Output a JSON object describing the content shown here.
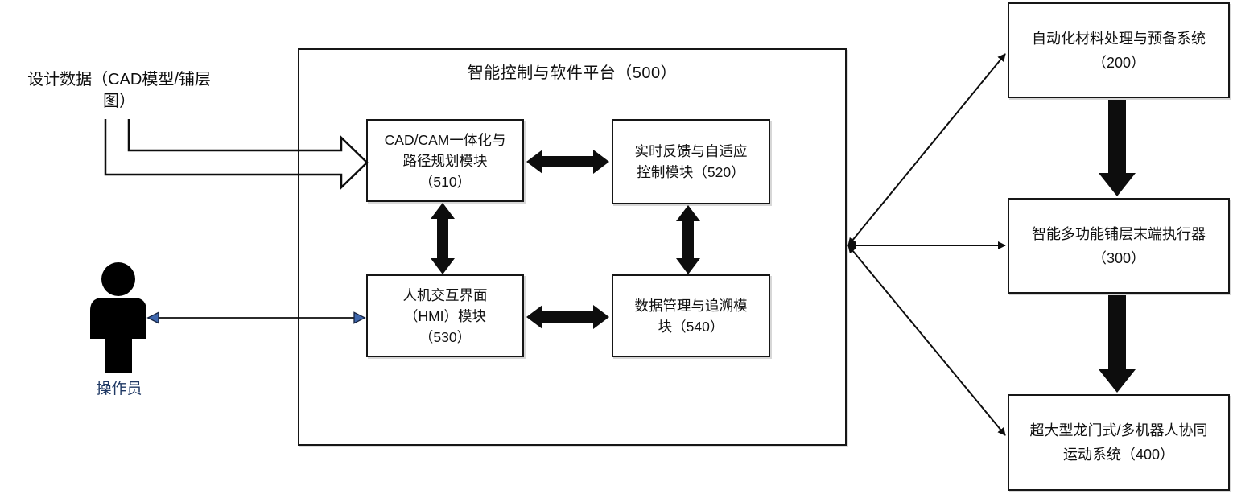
{
  "figure": {
    "design_data": {
      "lines": [
        "设计数据（CAD模型/铺层",
        "图）"
      ]
    },
    "platform": {
      "title": "智能控制与软件平台（500）",
      "modules": {
        "m510": {
          "lines": [
            "CAD/CAM一体化与",
            "路径规划模块",
            "（510）"
          ]
        },
        "m520": {
          "lines": [
            "实时反馈与自适应",
            "控制模块（520）"
          ]
        },
        "m530": {
          "lines": [
            "人机交互界面",
            "（HMI）模块",
            "（530）"
          ]
        },
        "m540": {
          "lines": [
            "数据管理与追溯模",
            "块（540）"
          ]
        }
      }
    },
    "right_systems": {
      "s200": {
        "lines": [
          "自动化材料处理与预备系统",
          "（200）"
        ]
      },
      "s300": {
        "lines": [
          "智能多功能铺层末端执行器",
          "（300）"
        ]
      },
      "s400": {
        "lines": [
          "超大型龙门式/多机器人协同",
          "运动系统（400）"
        ]
      }
    },
    "operator": {
      "label": "操作员"
    },
    "colors": {
      "line_black": "#0d0d0d",
      "operator_arrowhead_blue": "#3e66ac",
      "operator_label_navy": "#1f3864",
      "box_border": "#161616"
    }
  }
}
